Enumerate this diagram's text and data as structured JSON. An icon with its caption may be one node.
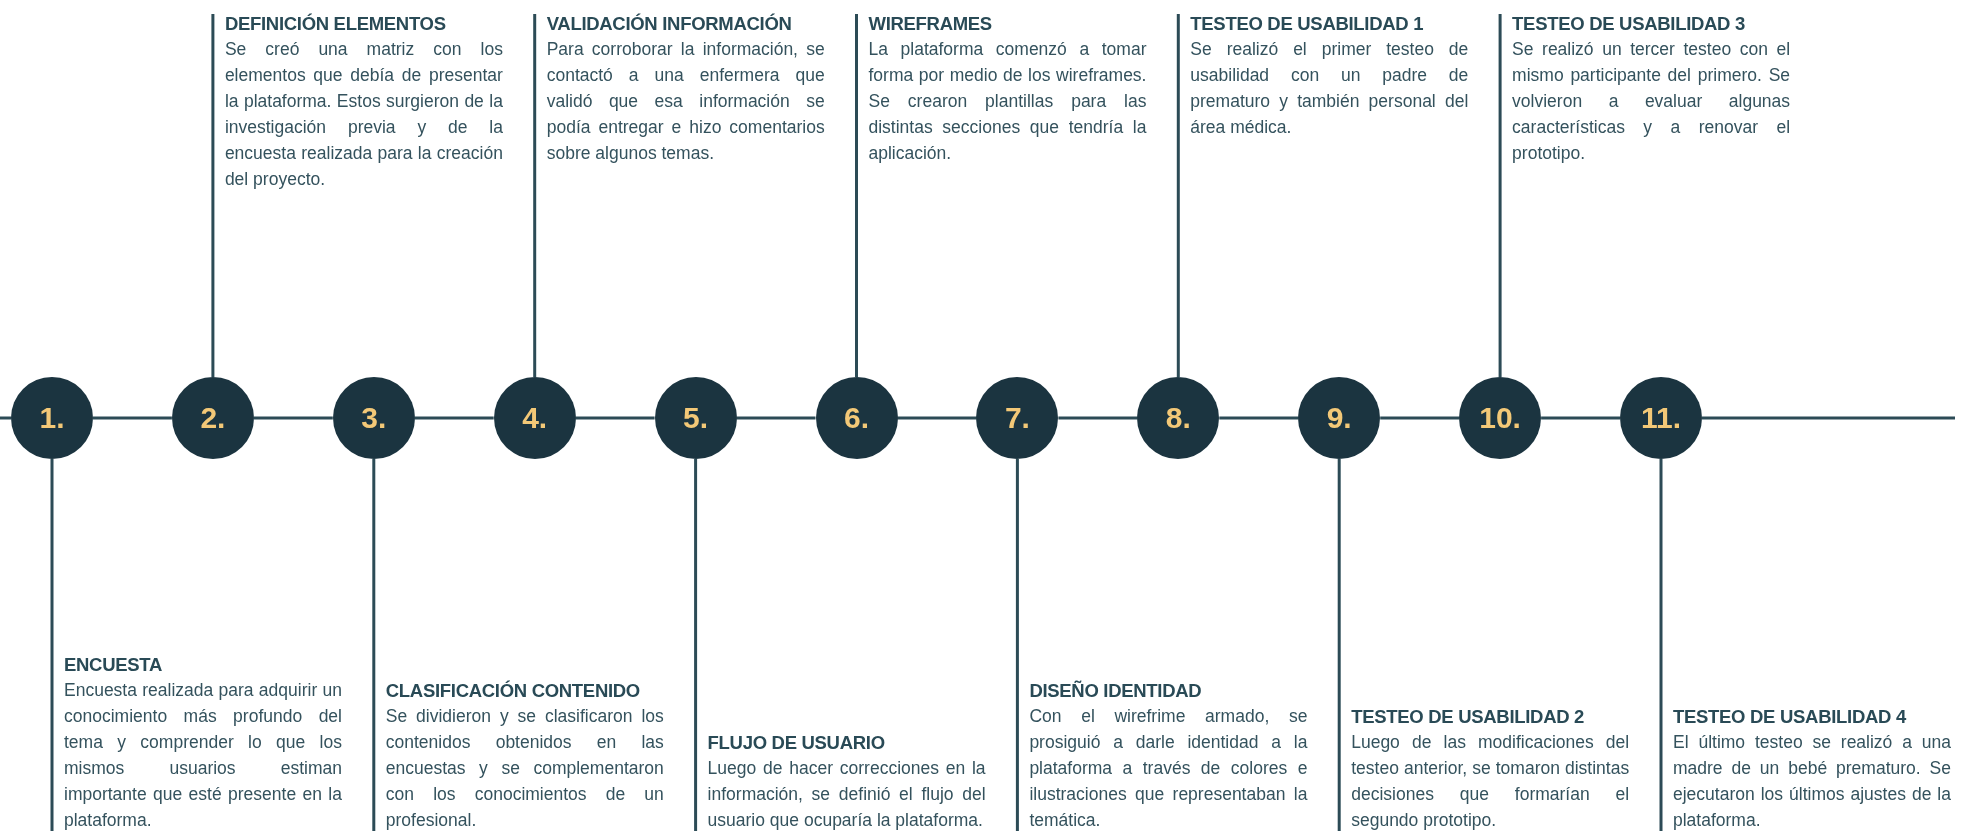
{
  "diagram": {
    "nodes": [
      {
        "text": [
          "1."
        ]
      },
      {
        "text": [
          "2."
        ]
      },
      {
        "text": [
          "3."
        ]
      },
      {
        "text": [
          "4."
        ]
      },
      {
        "text": [
          "5."
        ]
      },
      {
        "text": [
          "6."
        ]
      },
      {
        "text": [
          "7."
        ]
      },
      {
        "text": [
          "8."
        ]
      },
      {
        "text": [
          "9."
        ]
      },
      {
        "text": [
          "10."
        ]
      },
      {
        "text": [
          "11."
        ]
      },
      {
        "text": [
          "ENCUESTA",
          "Encuesta realizada para adquirir un conocimiento más profundo del tema y comprender lo que los mismos usuarios estiman importante que esté presente en la plataforma."
        ]
      },
      {
        "text": [
          "DEFINICIÓN ELEMENTOS",
          "Se creó una matriz con los elementos que debía de presentar la plataforma. Estos surgieron de la investigación previa y de la encuesta realizada para la creación del proyecto."
        ]
      },
      {
        "text": [
          "CLASIFICACIÓN CONTENIDO",
          "Se dividieron y se clasificaron los contenidos obtenidos en las encuestas y se complementaron con los conocimientos de un profesional."
        ]
      },
      {
        "text": [
          "VALIDACIÓN INFORMACIÓN",
          "Para corroborar la información, se contactó a una enfermera que validó que esa información se podía entregar e hizo comentarios sobre algunos temas."
        ]
      },
      {
        "text": [
          "FLUJO DE USUARIO",
          "Luego de hacer correcciones en la información, se definió el flujo del usuario que ocuparía la plataforma."
        ]
      },
      {
        "text": [
          "WIREFRAMES",
          "La plataforma comenzó a tomar forma por medio de los wireframes. Se crearon plantillas para las distintas secciones que tendría la aplicación."
        ]
      },
      {
        "text": [
          "DISEÑO IDENTIDAD",
          "Con el wirefrime armado, se prosiguió a darle identidad a la plataforma a través de colores e ilustraciones que representaban la temática."
        ]
      },
      {
        "text": [
          "TESTEO DE USABILIDAD 1",
          "Se realizó el primer testeo de usabilidad con un padre de prematuro y también personal del área médica."
        ]
      },
      {
        "text": [
          "TESTEO DE USABILIDAD 2",
          "Luego de las modificaciones del testeo anterior, se tomaron distintas decisiones que formarían el segundo prototipo."
        ]
      },
      {
        "text": [
          "TESTEO DE USABILIDAD 3",
          "Se realizó un tercer testeo con el mismo participante del primero. Se volvieron a evaluar algunas características y a renovar el prototipo."
        ]
      },
      {
        "text": [
          "TESTEO DE USABILIDAD 4",
          "El último testeo se realizó a una madre de un bebé prematuro. Se ejecutaron los últimos ajustes de la plataforma."
        ]
      }
    ],
    "edges": [
      {
        "from": null,
        "to": 0,
        "arrow": "none"
      },
      {
        "from": 0,
        "to": 1,
        "arrow": "none"
      },
      {
        "from": 1,
        "to": 2,
        "arrow": "none"
      },
      {
        "from": 2,
        "to": 3,
        "arrow": "none"
      },
      {
        "from": 3,
        "to": 4,
        "arrow": "none"
      },
      {
        "from": 4,
        "to": 5,
        "arrow": "none"
      },
      {
        "from": 5,
        "to": 6,
        "arrow": "none"
      },
      {
        "from": 6,
        "to": 7,
        "arrow": "none"
      },
      {
        "from": 7,
        "to": 8,
        "arrow": "none"
      },
      {
        "from": 8,
        "to": 9,
        "arrow": "none"
      },
      {
        "from": 9,
        "to": 10,
        "arrow": "none"
      },
      {
        "from": 10,
        "to": null,
        "arrow": "none"
      },
      {
        "from": 0,
        "to": 11,
        "arrow": "none"
      },
      {
        "from": 1,
        "to": 12,
        "arrow": "none"
      },
      {
        "from": 2,
        "to": 13,
        "arrow": "none"
      },
      {
        "from": 3,
        "to": 14,
        "arrow": "none"
      },
      {
        "from": 4,
        "to": 15,
        "arrow": "none"
      },
      {
        "from": 5,
        "to": 16,
        "arrow": "none"
      },
      {
        "from": 6,
        "to": 17,
        "arrow": "none"
      },
      {
        "from": 7,
        "to": 18,
        "arrow": "none"
      },
      {
        "from": 8,
        "to": 19,
        "arrow": "none"
      },
      {
        "from": 9,
        "to": 20,
        "arrow": "none"
      },
      {
        "from": 10,
        "to": 21,
        "arrow": "none"
      }
    ]
  }
}
